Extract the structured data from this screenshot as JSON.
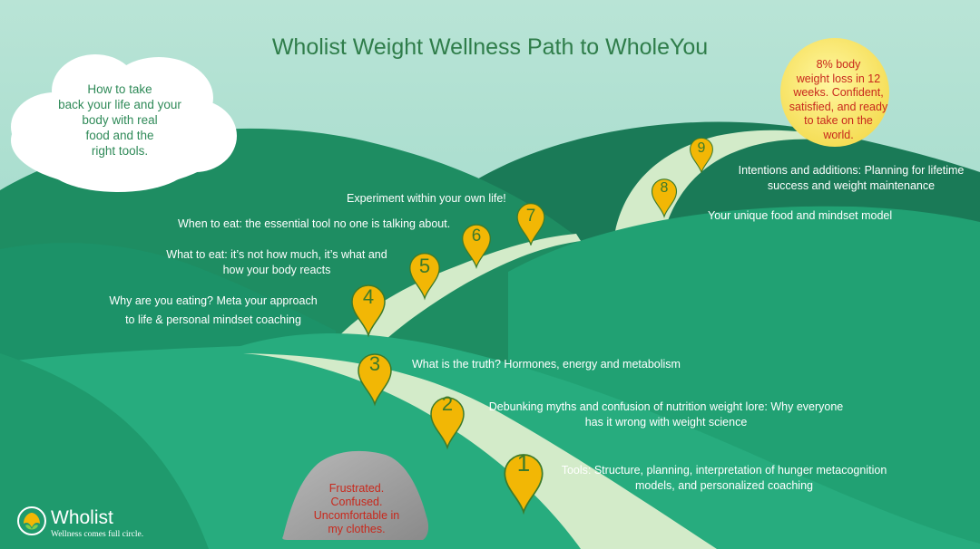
{
  "title": "Wholist Weight Wellness Path to WholeYou",
  "cloud_text": [
    "How to take",
    "back your life and your",
    "body with real",
    "food and the",
    "right tools."
  ],
  "goal_text": [
    "8% body",
    "weight loss in 12",
    "weeks. Confident,",
    "satisfied, and ready",
    "to take on the",
    "world."
  ],
  "start_text": [
    "Frustrated.",
    "Confused.",
    "Uncomfortable in",
    "my clothes."
  ],
  "steps": [
    {
      "number": "1",
      "lines": [
        "Tools: Structure, planning, interpretation of hunger metacognition",
        "models, and personalized coaching"
      ]
    },
    {
      "number": "2",
      "lines": [
        "Debunking myths and confusion of nutrition weight lore: Why everyone",
        "has it wrong with weight science"
      ]
    },
    {
      "number": "3",
      "lines": [
        "What is the truth? Hormones, energy and metabolism"
      ]
    },
    {
      "number": "4",
      "lines": [
        "Why are you eating? Meta your approach",
        "to life & personal mindset coaching"
      ]
    },
    {
      "number": "5",
      "lines": [
        "What to eat: it’s not how much, it’s what and",
        "how your body reacts"
      ]
    },
    {
      "number": "6",
      "lines": [
        "When to eat: the essential tool no one is talking about."
      ]
    },
    {
      "number": "7",
      "lines": [
        "Experiment within your own life!"
      ]
    },
    {
      "number": "8",
      "lines": [
        "Your unique food and mindset model"
      ]
    },
    {
      "number": "9",
      "lines": [
        "Intentions and additions: Planning for lifetime",
        "success and weight maintenance"
      ]
    }
  ],
  "logo": {
    "name": "Wholist",
    "tagline": "Wellness comes full circle."
  },
  "icons": {
    "logo": "leaf-circle-icon",
    "marker": "map-pin-icon",
    "rock": "boulder-icon",
    "cloud": "cloud-icon",
    "sun": "sun-icon"
  },
  "colors": {
    "title": "#2f7d4a",
    "pin_fill": "#f2b705",
    "path": "#d3ebc9",
    "hills_dark": "#1a8a60",
    "hills_light": "#24a67a",
    "warning_text": "#c8281c"
  }
}
